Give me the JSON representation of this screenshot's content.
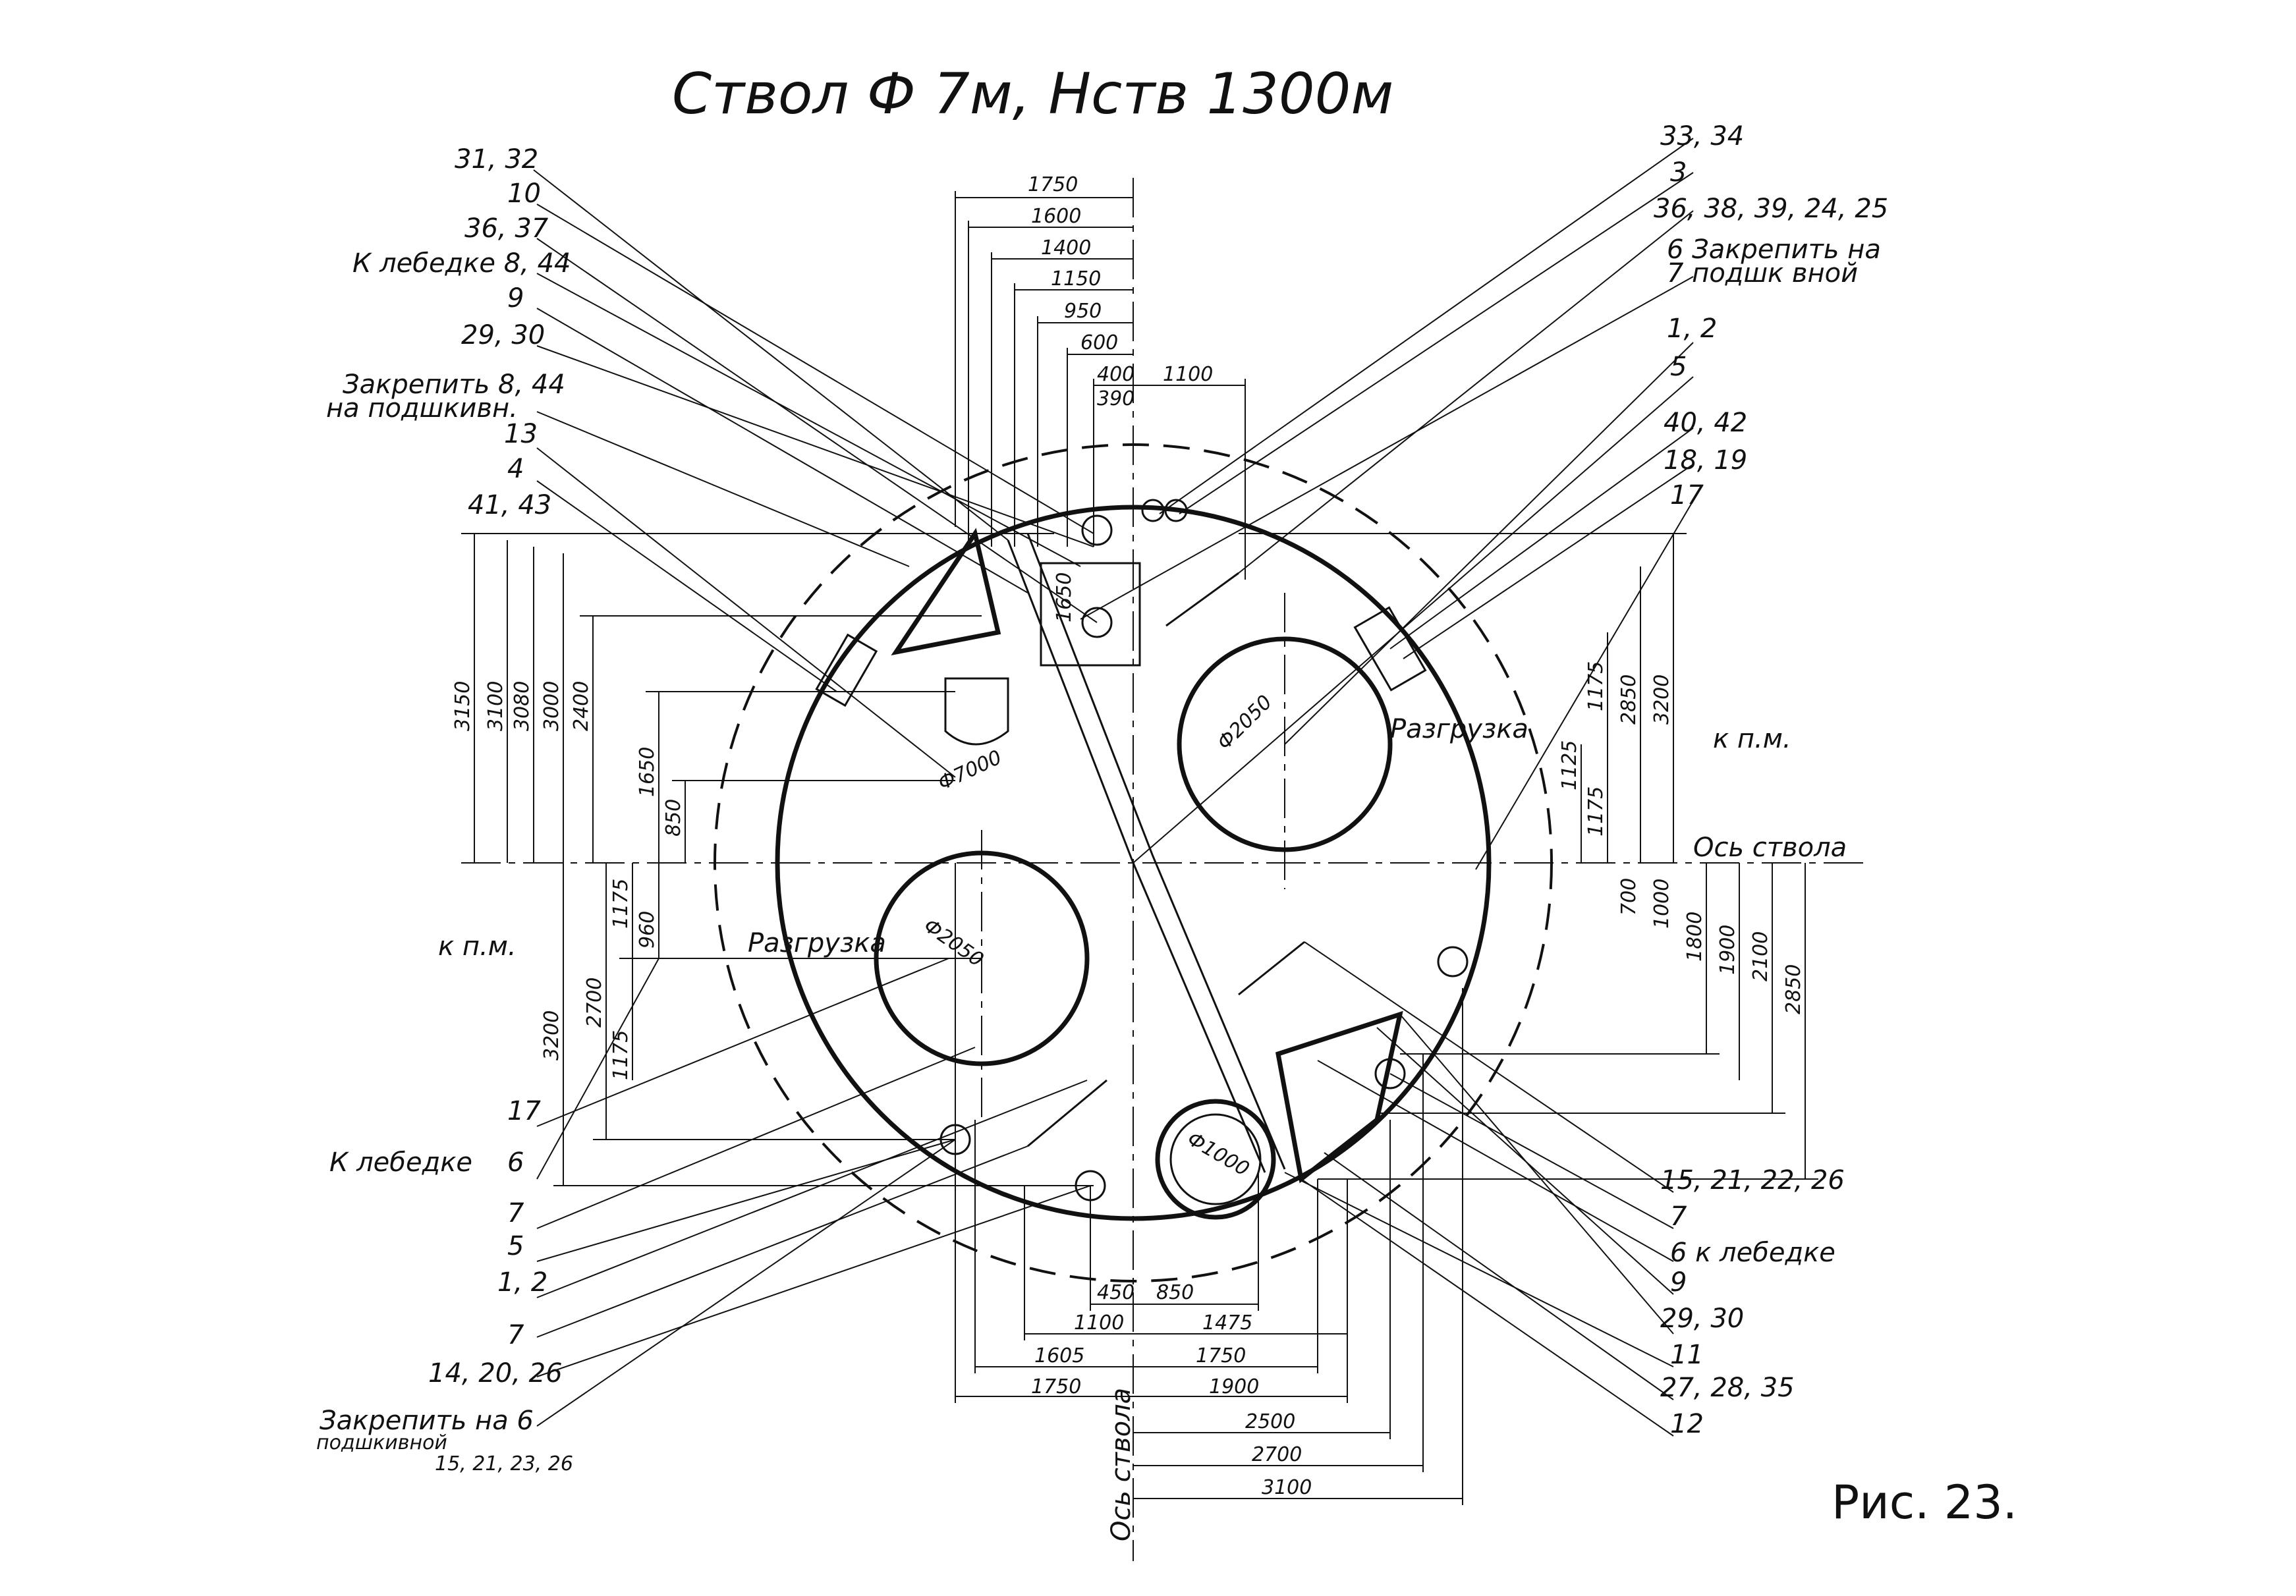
{
  "title": "Ствол Ф 7м, Нств 1300м",
  "figure": "Рис. 23.",
  "labels_left": [
    "31, 32",
    "10",
    "36, 37",
    "К лебедке 8, 44",
    "9",
    "29, 30",
    "Закрепить 8, 44",
    "на подшкивн.",
    "13",
    "4",
    "41, 43"
  ],
  "labels_right": [
    "33, 34",
    "3",
    "36, 38, 39, 24, 25",
    "6 Закрепить на",
    "7 подшк вной",
    "1, 2",
    "5",
    "40, 42",
    "18, 19",
    "17"
  ],
  "labels_bottom_left": [
    "17",
    "К лебедке",
    "6",
    "7",
    "5",
    "1, 2",
    "7",
    "14, 20, 26",
    "Закрепить на 6",
    "подшкивной",
    "15, 21, 23, 26"
  ],
  "labels_bottom_right": [
    "15, 21, 22, 26",
    "7",
    "6 к лебедке",
    "9",
    "29, 30",
    "11",
    "27, 28, 35",
    "12"
  ],
  "dims_top": [
    "1750",
    "1600",
    "1400",
    "1150",
    "950",
    "600",
    "400",
    "390",
    "1100"
  ],
  "dims_left": [
    "3150",
    "3100",
    "3080",
    "3000",
    "2400",
    "1650",
    "850",
    "1175",
    "960",
    "1175",
    "2700",
    "3200"
  ],
  "dims_right": [
    "1175",
    "2850",
    "3200",
    "1125",
    "1175",
    "700",
    "1000",
    "1800",
    "1900",
    "2100",
    "2850"
  ],
  "dims_bottom": [
    "450",
    "850",
    "1100",
    "1475",
    "1605",
    "1750",
    "1750",
    "1900",
    "2500",
    "2700",
    "3100"
  ],
  "inner": {
    "d7000": "Ф7000",
    "d2050a": "Ф2050",
    "d2050b": "Ф2050",
    "d1000": "Ф1000",
    "unload1": "Разгрузка",
    "unload2": "Разгрузка",
    "kpm_right": "к п.м.",
    "kpm_left": "к п.м.",
    "axis_h": "Ось ствола",
    "axis_v": "Ось ствола",
    "d1650": "1650"
  }
}
